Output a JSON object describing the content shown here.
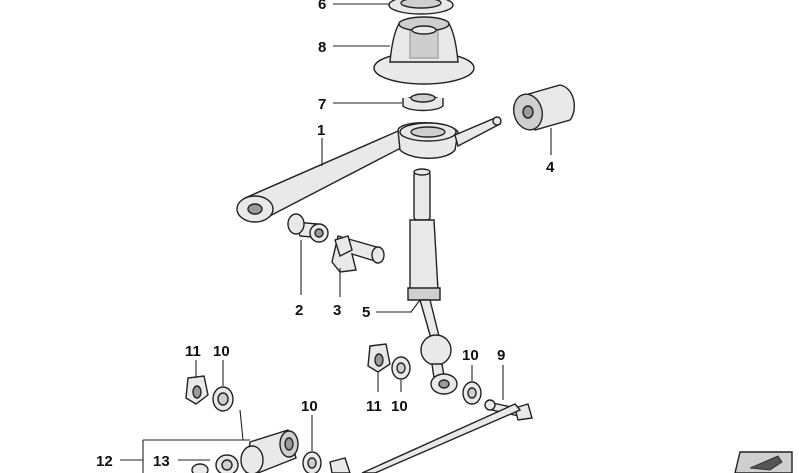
{
  "diagram": {
    "callouts": {
      "c6": "6",
      "c8": "8",
      "c7": "7",
      "c1": "1",
      "c4": "4",
      "c2": "2",
      "c3": "3",
      "c5": "5",
      "c11a": "11",
      "c10a": "10",
      "c10b": "10",
      "c9": "9",
      "c11b": "11",
      "c10c": "10",
      "c10d": "10",
      "c12": "12",
      "c13": "13"
    }
  }
}
